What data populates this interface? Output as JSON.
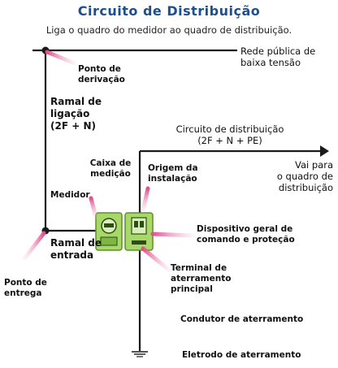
{
  "title": "Circuito de Distribuição",
  "subtitle": "Liga o quadro do medidor ao quadro de distribuição.",
  "labels": {
    "rede_line1": "Rede pública de",
    "rede_line2": "baixa tensão",
    "ponto_derivacao_1": "Ponto de",
    "ponto_derivacao_2": "derivação",
    "ramal_ligacao_1": "Ramal de",
    "ramal_ligacao_2": "ligação",
    "ramal_ligacao_3": "(2F + N)",
    "circuito_1": "Circuito de distribuição",
    "circuito_2": "(2F + N + PE)",
    "vai_para_1": "Vai para",
    "vai_para_2": "o quadro de",
    "vai_para_3": "distribuição",
    "caixa_medicao_1": "Caixa de",
    "caixa_medicao_2": "medição",
    "origem_1": "Origem da",
    "origem_2": "instalação",
    "medidor": "Medidor",
    "dispositivo_1": "Dispositivo geral de",
    "dispositivo_2": "comando e proteção",
    "ramal_entrada_1": "Ramal de",
    "ramal_entrada_2": "entrada",
    "terminal_1": "Terminal de",
    "terminal_2": "aterramento",
    "terminal_3": "principal",
    "ponto_entrega_1": "Ponto de",
    "ponto_entrega_2": "entrega",
    "condutor": "Condutor de aterramento",
    "eletrodo": "Eletrodo de aterramento"
  },
  "colors": {
    "title": "#1b4f8f",
    "line": "#1a1a1a",
    "pointer": "#e0508e",
    "box_green": "#a8d86a",
    "box_border": "#5e8f2a"
  }
}
